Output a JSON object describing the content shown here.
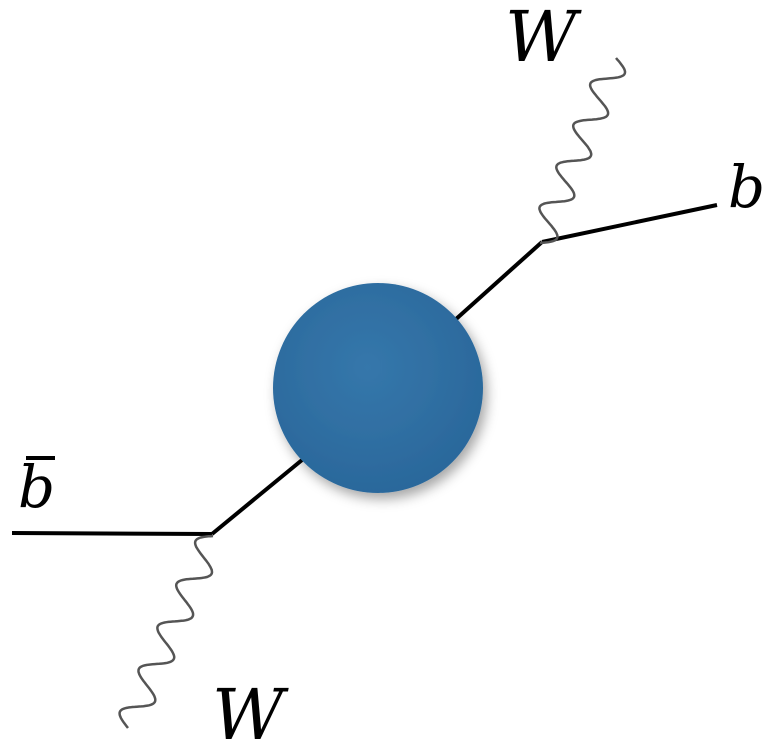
{
  "diagram": {
    "labels": {
      "w_top": "W",
      "b_right": "b",
      "b_bar": "b",
      "w_bottom": "W"
    },
    "colors": {
      "blob": "#2f6fa2",
      "fermion_line": "#000000",
      "boson_line": "#555555",
      "background": "#ffffff"
    }
  }
}
